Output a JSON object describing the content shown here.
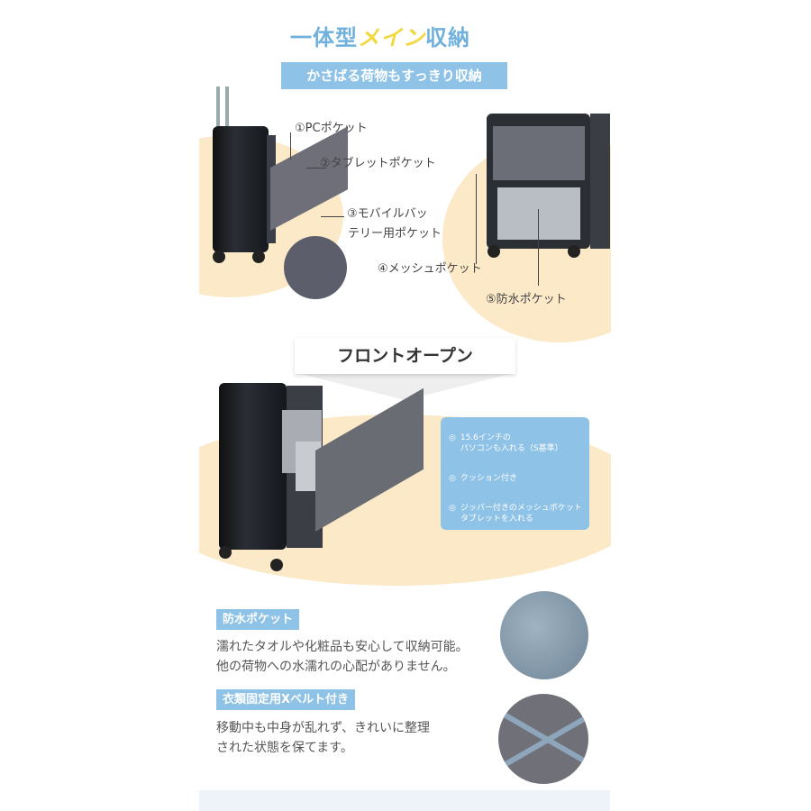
{
  "header": {
    "title_part1": "一体型",
    "title_highlight": "メイン",
    "title_part2": "収納",
    "subtitle": "かさばる荷物もすっきり収納"
  },
  "callouts": {
    "pc": "①PCポケット",
    "tablet": "②タブレットポケット",
    "battery_l1": "③モバイルバッ",
    "battery_l2": "テリー用ポケット",
    "mesh": "④メッシュポケット",
    "waterproof": "⑤防水ポケット"
  },
  "front": {
    "banner": "フロントオープン",
    "features": [
      {
        "bullet": "◎",
        "l1": "15.6インチの",
        "l2": "パソコンも入れる（S基準）"
      },
      {
        "bullet": "◎",
        "l1": "クッション付き",
        "l2": ""
      },
      {
        "bullet": "◎",
        "l1": "ジッパー付きのメッシュポケット",
        "l2": "タブレットを入れる"
      }
    ]
  },
  "sections": [
    {
      "tag": "防水ポケット",
      "line1": "濡れたタオルや化粧品も安心して収納可能。",
      "line2": "他の荷物への水濡れの心配がありません。"
    },
    {
      "tag": "衣類固定用Xベルト付き",
      "line1": "移動中も中身が乱れず、きれいに整理",
      "line2": "された状態を保てます。"
    }
  ],
  "colors": {
    "accent": "#8ec2e6",
    "highlight": "#f2d83a",
    "cream": "#fbe9c7"
  }
}
